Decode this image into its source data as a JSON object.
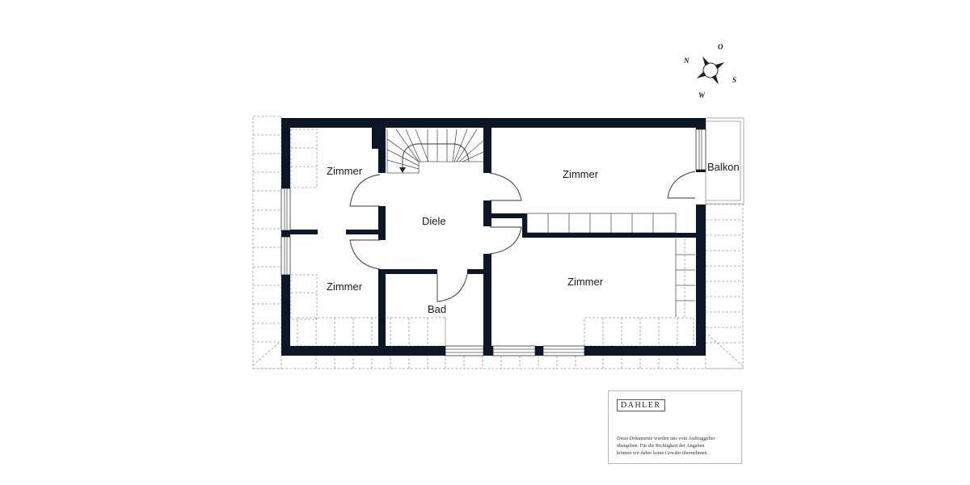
{
  "floor_plan": {
    "rooms": [
      {
        "id": "zimmer-top-left",
        "label": "Zimmer"
      },
      {
        "id": "zimmer-bottom-left",
        "label": "Zimmer"
      },
      {
        "id": "diele",
        "label": "Diele"
      },
      {
        "id": "bad",
        "label": "Bad"
      },
      {
        "id": "zimmer-top-right",
        "label": "Zimmer"
      },
      {
        "id": "zimmer-bottom-right",
        "label": "Zimmer"
      },
      {
        "id": "balkon",
        "label": "Balkon"
      }
    ],
    "colors": {
      "wall": "#0d1626",
      "background": "#ffffff",
      "dashed_outline": "#9a9a9a"
    }
  },
  "compass": {
    "north": "N",
    "east": "O",
    "south": "S",
    "west": "W"
  },
  "disclaimer": {
    "brand": "DAHLER",
    "lines": [
      "Diese Dokumente wurden uns vom Auftraggeber",
      "übergeben. Für die Richtigkeit der Angaben",
      "können wir daher keine Gewähr übernehmen."
    ]
  }
}
